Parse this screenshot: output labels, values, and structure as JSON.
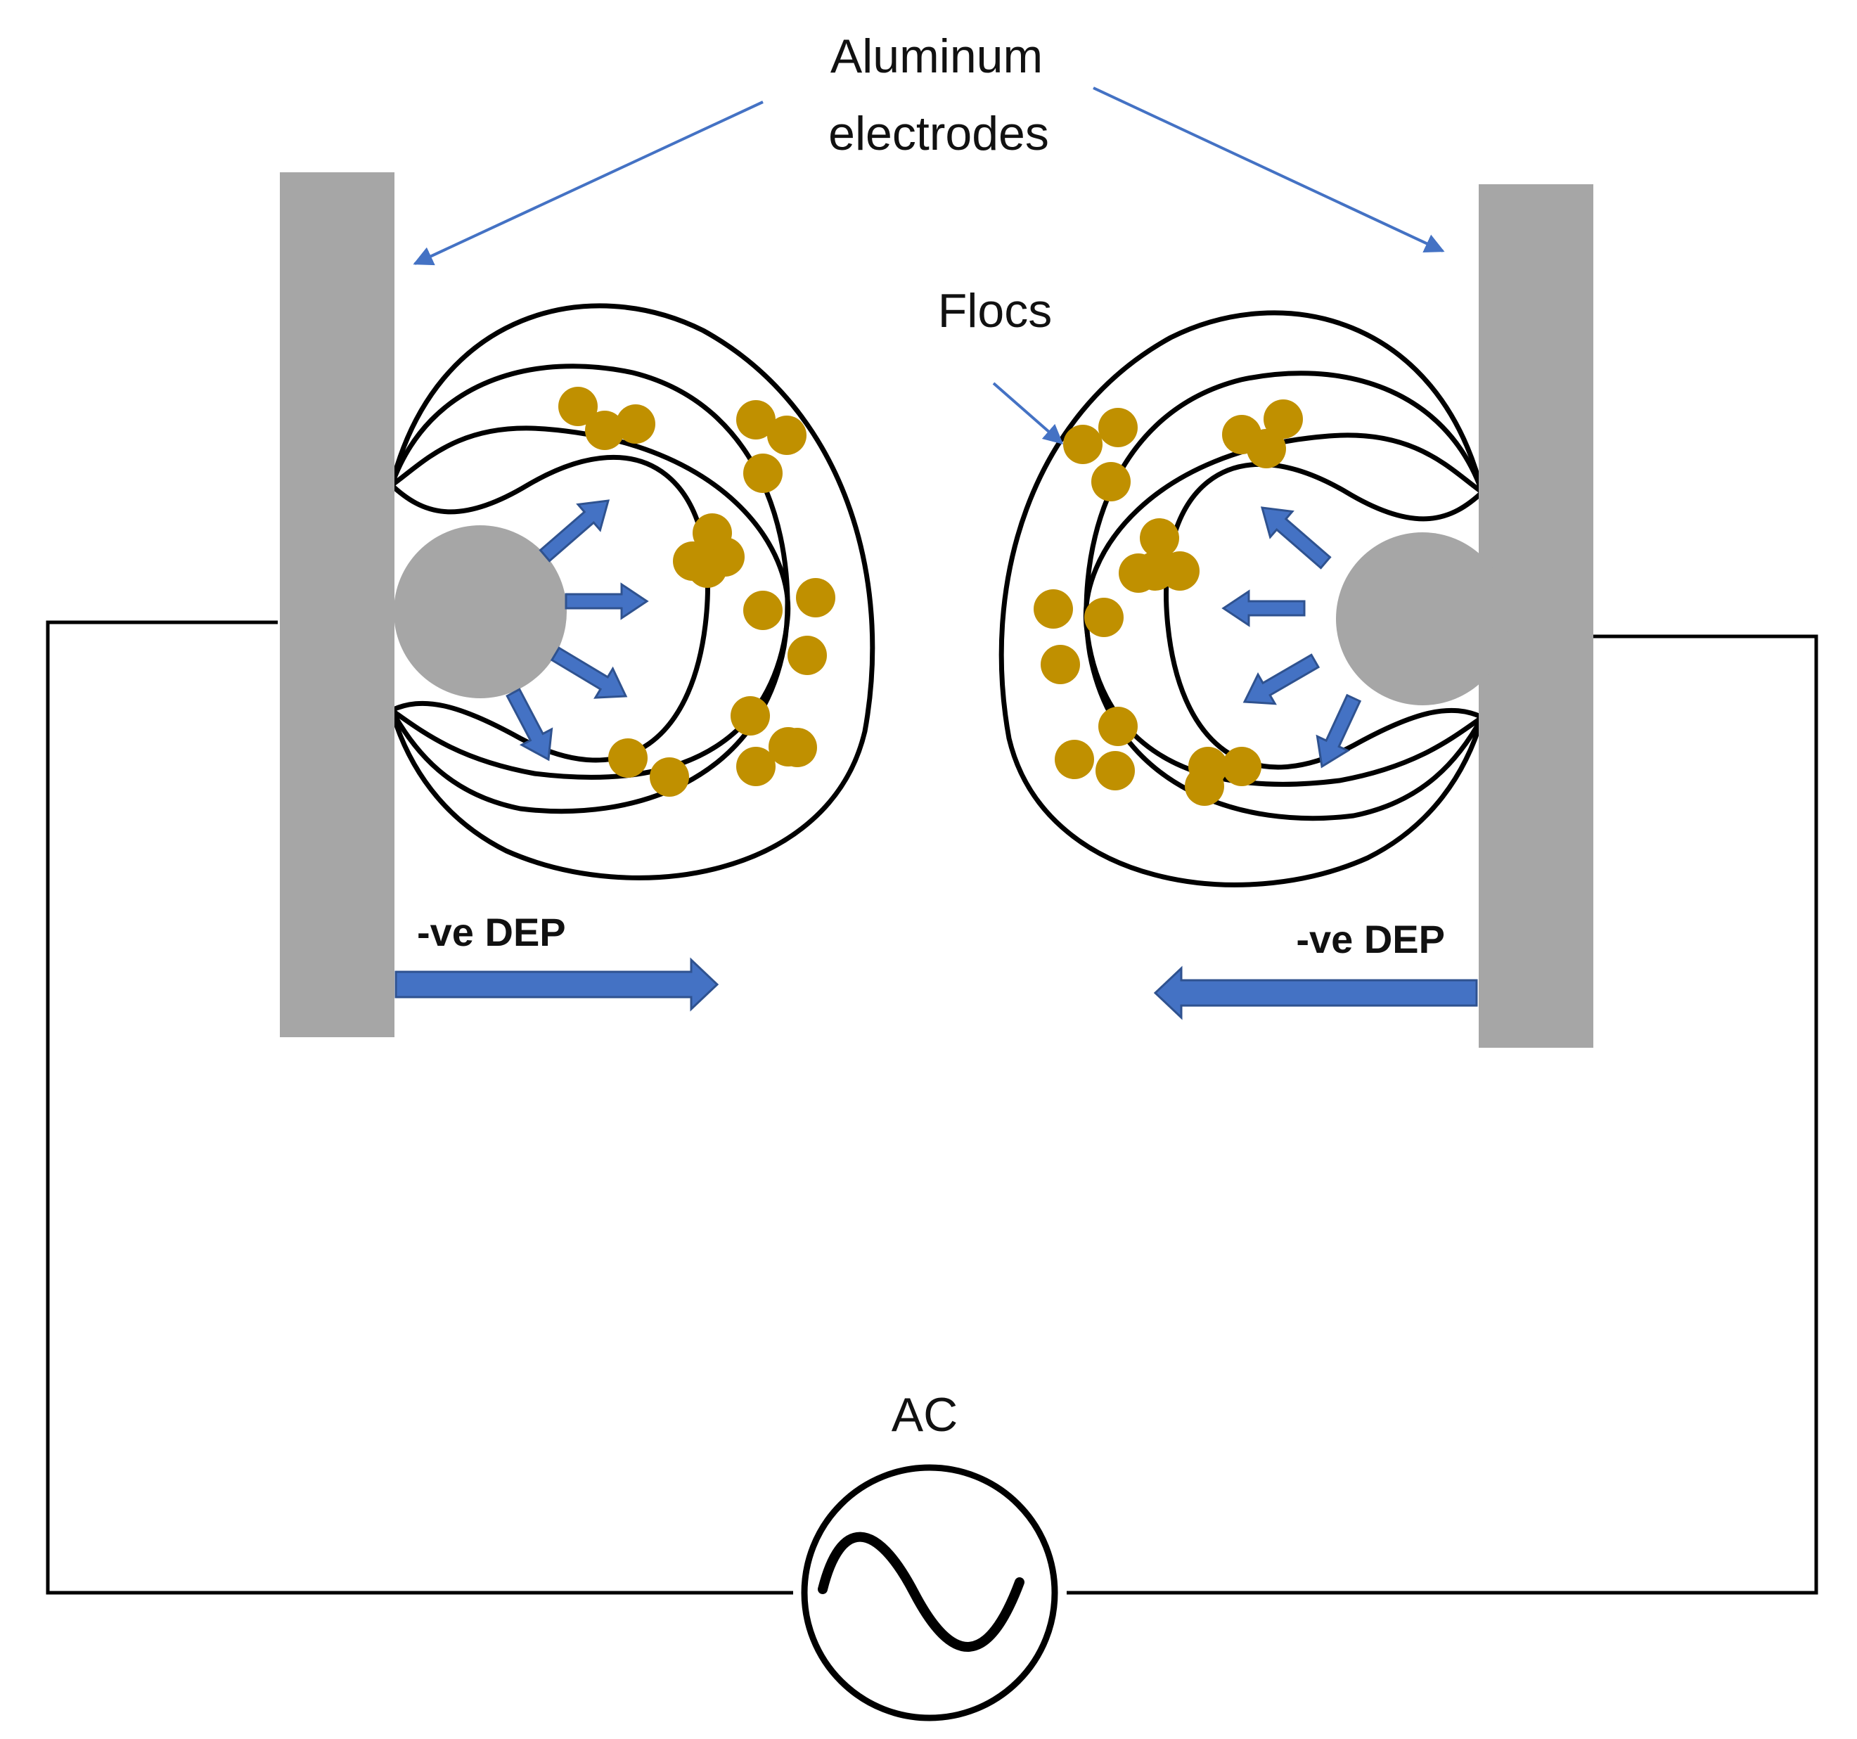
{
  "labels": {
    "electrodes_line1": "Aluminum",
    "electrodes_line2": "electrodes",
    "flocs": "Flocs",
    "dep_left": "-ve DEP",
    "dep_right": "-ve DEP",
    "source": "AC"
  },
  "colors": {
    "electrode": "#a6a6a6",
    "field_line": "#000000",
    "dep_arrow": "#4472c4",
    "dep_arrow_edge": "#2f528f",
    "floc": "#c09000",
    "wire": "#000000",
    "callout": "#4472c4"
  }
}
